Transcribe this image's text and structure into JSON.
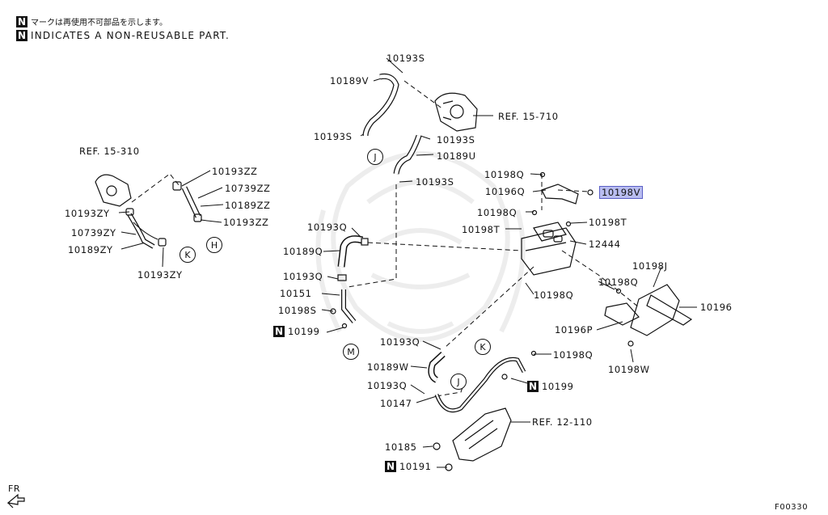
{
  "legend": {
    "n_symbol": "N",
    "line_jp": "マークは再使用不可部品を示します。",
    "line_en": "INDICATES A NON-REUSABLE PART."
  },
  "figure_code": "F00330",
  "direction_label": "FR",
  "refs": {
    "ref_15_310": "REF. 15-310",
    "ref_15_710": "REF. 15-710",
    "ref_12_110": "REF. 12-110"
  },
  "parts": {
    "p10193S_top": "10193S",
    "p10189V": "10189V",
    "p10193S_mid": "10193S",
    "p10193S_right": "10193S",
    "p10189U": "10189U",
    "p10193S_low": "10193S",
    "p10193ZZ_a": "10193ZZ",
    "p10739ZZ": "10739ZZ",
    "p10189ZZ": "10189ZZ",
    "p10193ZZ_b": "10193ZZ",
    "p10193ZY_a": "10193ZY",
    "p10739ZY": "10739ZY",
    "p10189ZY": "10189ZY",
    "p10193ZY_b": "10193ZY",
    "p10198Q_a": "10198Q",
    "p10196Q": "10196Q",
    "p10198V": "10198V",
    "p10198Q_b": "10198Q",
    "p10198T_a": "10198T",
    "p10198T_b": "10198T",
    "p12444": "12444",
    "p10193Q_a": "10193Q",
    "p10189Q": "10189Q",
    "p10193Q_b": "10193Q",
    "p10151": "10151",
    "p10198S": "10198S",
    "p10199_a": "10199",
    "p10198Q_c": "10198Q",
    "p10198J": "10198J",
    "p10198Q_d": "10198Q",
    "p10196": "10196",
    "p10196P": "10196P",
    "p10198W": "10198W",
    "p10193Q_c": "10193Q",
    "p10198Q_e": "10198Q",
    "p10189W": "10189W",
    "p10199_b": "10199",
    "p10193Q_d": "10193Q",
    "p10147": "10147",
    "p10185": "10185",
    "p10191": "10191"
  },
  "callouts": {
    "J_top": "J",
    "H": "H",
    "K_left": "K",
    "M": "M",
    "K_right": "K",
    "J_low": "J"
  },
  "highlight_color": "#b9bdf0"
}
